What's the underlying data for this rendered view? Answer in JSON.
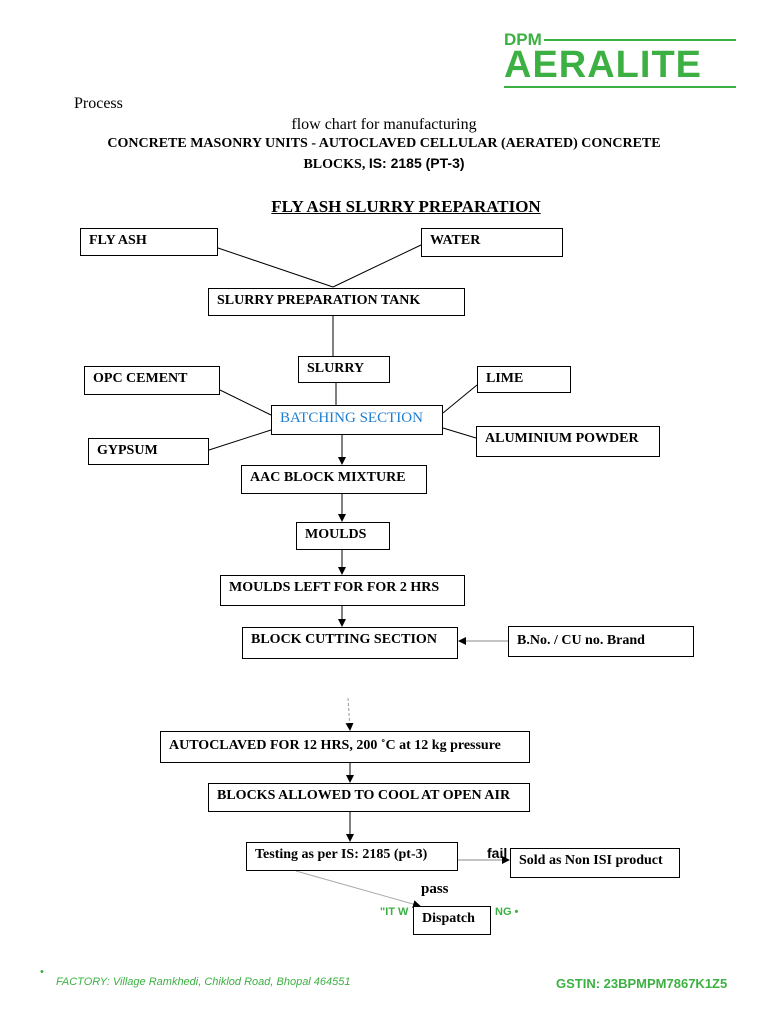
{
  "logo": {
    "small": "DPM",
    "big": "AERALITE",
    "color": "#3cb043"
  },
  "header": {
    "line1": "Process",
    "line2": "flow chart for manufacturing",
    "line3": "CONCRETE MASONRY UNITS - AUTOCLAVED CELLULAR (AERATED) CONCRETE",
    "line4a": "BLOCKS, ",
    "line4b": "IS: 2185 (PT-3)"
  },
  "title": "FLY ASH SLURRY PREPARATION",
  "boxes": {
    "fly_ash": "FLY ASH",
    "water": "WATER",
    "tank": "SLURRY PREPARATION TANK",
    "slurry": "SLURRY",
    "opc": "OPC CEMENT",
    "lime": "LIME",
    "batching": "BATCHING SECTION",
    "gypsum": "GYPSUM",
    "aluminium": "ALUMINIUM POWDER",
    "mixture": "AAC BLOCK MIXTURE",
    "moulds": "MOULDS",
    "moulds_left": "MOULDS LEFT FOR FOR 2 HRS",
    "cutting": "BLOCK CUTTING SECTION",
    "brand": "B.No. / CU no. Brand",
    "autoclaved": "AUTOCLAVED FOR 12 HRS, 200 ˚C at 12 kg pressure",
    "cool": "BLOCKS ALLOWED TO COOL AT OPEN AIR",
    "testing": "Testing as per IS: 2185 (pt-3)",
    "sold": "Sold as Non ISI product",
    "dispatch": "Dispatch"
  },
  "labels": {
    "fail": "fail",
    "pass": "pass"
  },
  "watermark": {
    "left": "\"IT W",
    "right": "NG •"
  },
  "footer": {
    "address_cropped": "•",
    "factory": "FACTORY: Village Ramkhedi, Chiklod Road, Bhopal 464551",
    "gstin": "GSTIN: 23BPMPM7867K1Z5"
  },
  "colors": {
    "brand_green": "#3cb043",
    "batching_blue": "#1e7fd0"
  }
}
